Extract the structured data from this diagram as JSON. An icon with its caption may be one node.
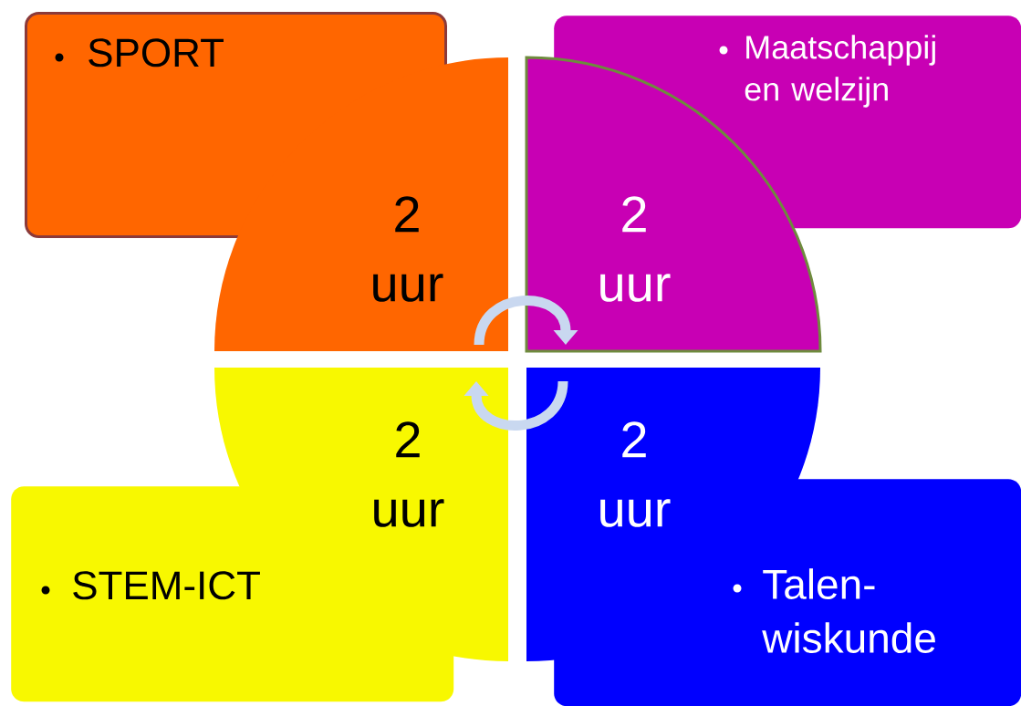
{
  "diagram": {
    "nodes": [
      {
        "text": [
          "SPORT"
        ]
      },
      {
        "text": [
          "Maatschappij en welzijn"
        ]
      },
      {
        "text": [
          "STEM-ICT"
        ]
      },
      {
        "text": [
          "Talen-wiskunde"
        ]
      },
      {
        "text": [
          "2 uur"
        ]
      },
      {
        "text": [
          "2 uur"
        ]
      },
      {
        "text": [
          "2 uur"
        ]
      },
      {
        "text": [
          "2 uur"
        ]
      }
    ],
    "edges": [
      {
        "from": 4,
        "to": 5,
        "arrow": "to"
      },
      {
        "from": 7,
        "to": 6,
        "arrow": "to"
      }
    ]
  }
}
